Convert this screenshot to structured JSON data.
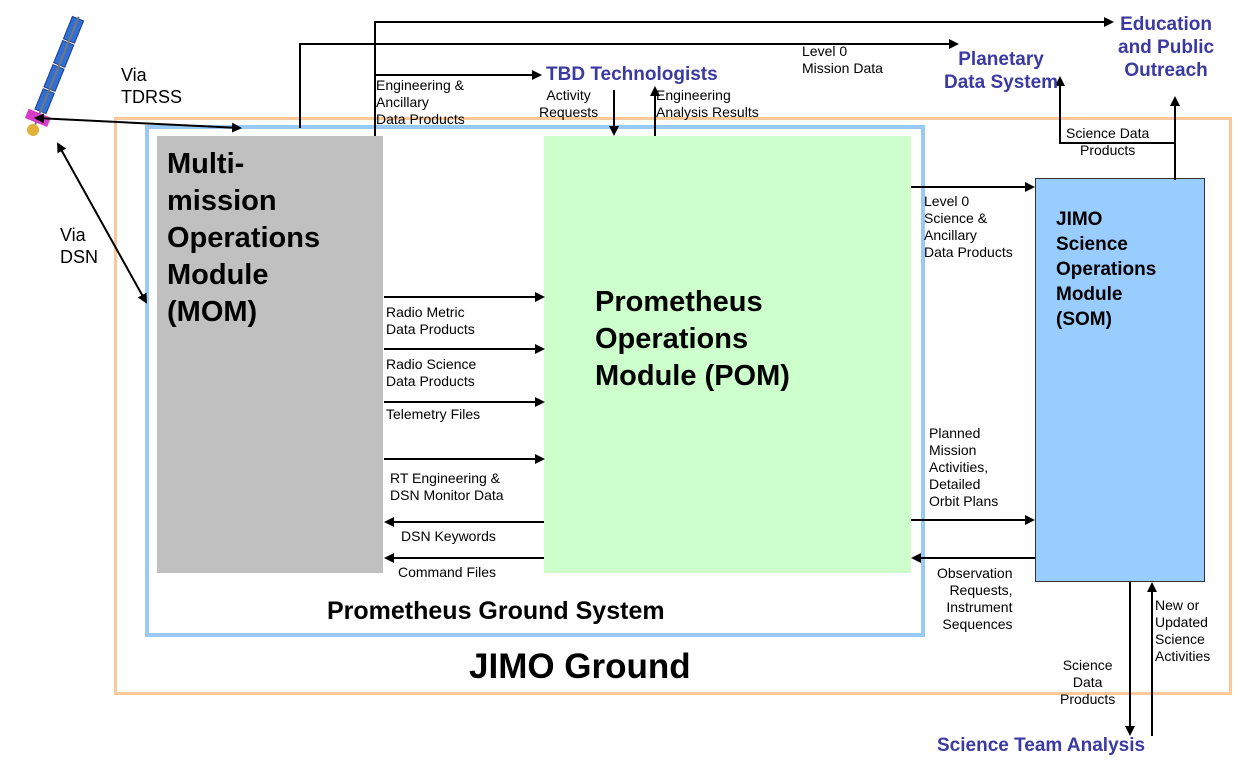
{
  "diagram": {
    "outer_boundary": {
      "label": "JIMO Ground",
      "color": "#f9c89b"
    },
    "inner_boundary": {
      "label": "Prometheus Ground System",
      "color": "#99c9f5"
    },
    "modules": {
      "mom": {
        "label": "Multi-\nmission\nOperations\nModule\n(MOM)",
        "color": "#c0c0c0"
      },
      "pom": {
        "label": "Prometheus\nOperations\nModule (POM)",
        "color": "#ccffcc"
      },
      "som": {
        "label": "JIMO\nScience\nOperations\nModule\n(SOM)",
        "color": "#99ccff"
      }
    },
    "external": {
      "tbd": "TBD Technologists",
      "pds": "Planetary\nData System",
      "epo": "Education\nand Public\nOutreach",
      "sta": "Science Team Analysis",
      "color": "#3b3aa0"
    },
    "links": {
      "via_tdrss": "Via\nTDRSS",
      "via_dsn": "Via\nDSN"
    },
    "flows": {
      "level0_mission": "Level 0\nMission Data",
      "eng_ancillary": "Engineering &\nAncillary\nData Products",
      "activity_requests": "Activity\nRequests",
      "eng_analysis": "Engineering\nAnalysis Results",
      "science_data_products_top": "Science Data\nProducts",
      "level0_science": "Level 0\nScience &\nAncillary\nData Products",
      "radio_metric": "Radio Metric\nData Products",
      "radio_science": "Radio Science\nData Products",
      "telemetry": "Telemetry Files",
      "rt_eng": "RT Engineering &\nDSN Monitor Data",
      "dsn_keywords": "DSN Keywords",
      "command_files": "Command Files",
      "planned": "Planned\nMission\nActivities,\nDetailed\nOrbit Plans",
      "observation": "Observation\nRequests,\nInstrument\nSequences",
      "science_data_bottom": "Science\nData\nProducts",
      "new_updated": "New or\nUpdated\nScience\nActivities"
    },
    "icons": {
      "spacecraft": "spacecraft-icon"
    }
  }
}
